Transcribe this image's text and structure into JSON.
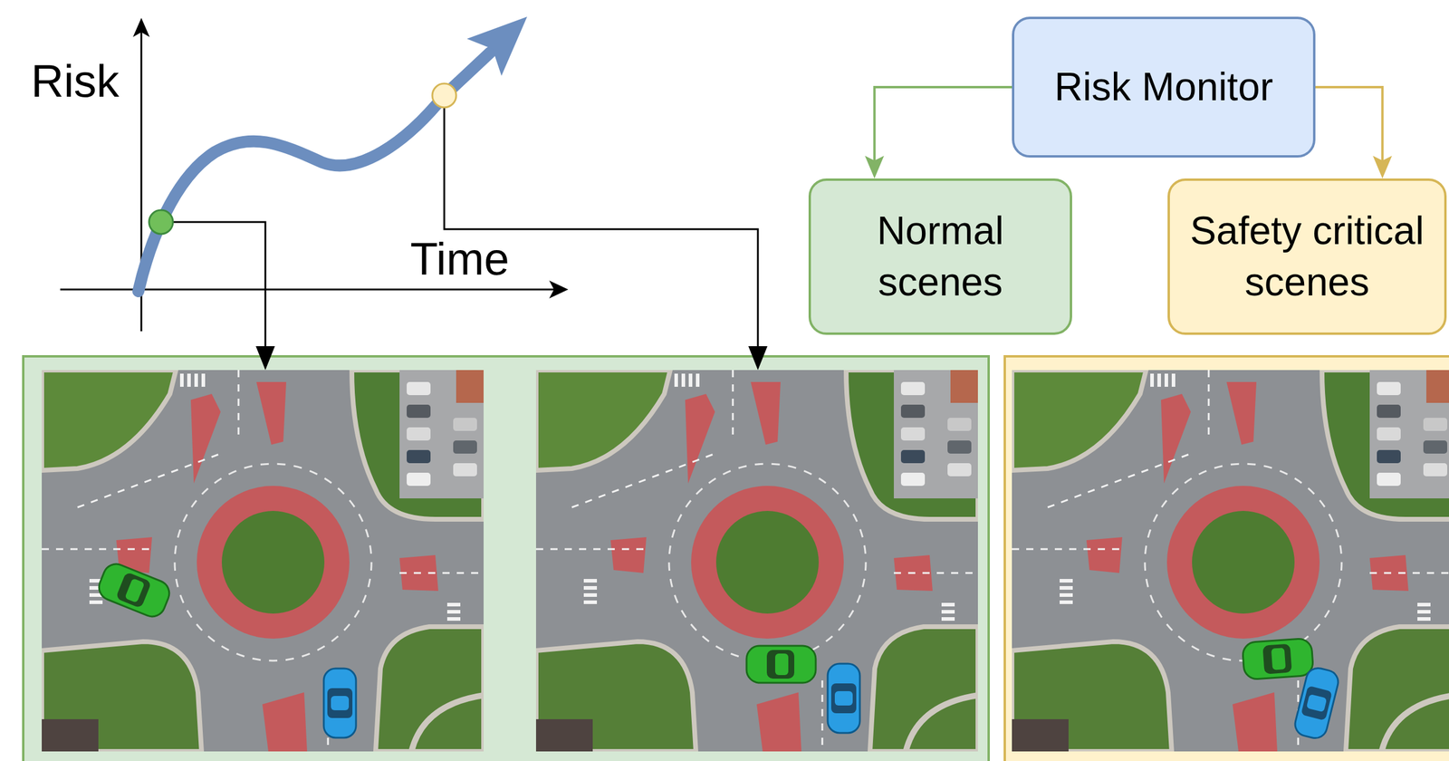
{
  "diagram": {
    "nodes": [
      {
        "text": [
          "Risk Monitor"
        ]
      },
      {
        "text": [
          "Normal scenes"
        ]
      },
      {
        "text": [
          "Safety critical scenes"
        ]
      }
    ],
    "edges": [
      {
        "from": 0,
        "to": 1,
        "arrow": "to"
      },
      {
        "from": 0,
        "to": 2,
        "arrow": "to"
      }
    ],
    "labels": [
      "Risk",
      "Time"
    ]
  }
}
